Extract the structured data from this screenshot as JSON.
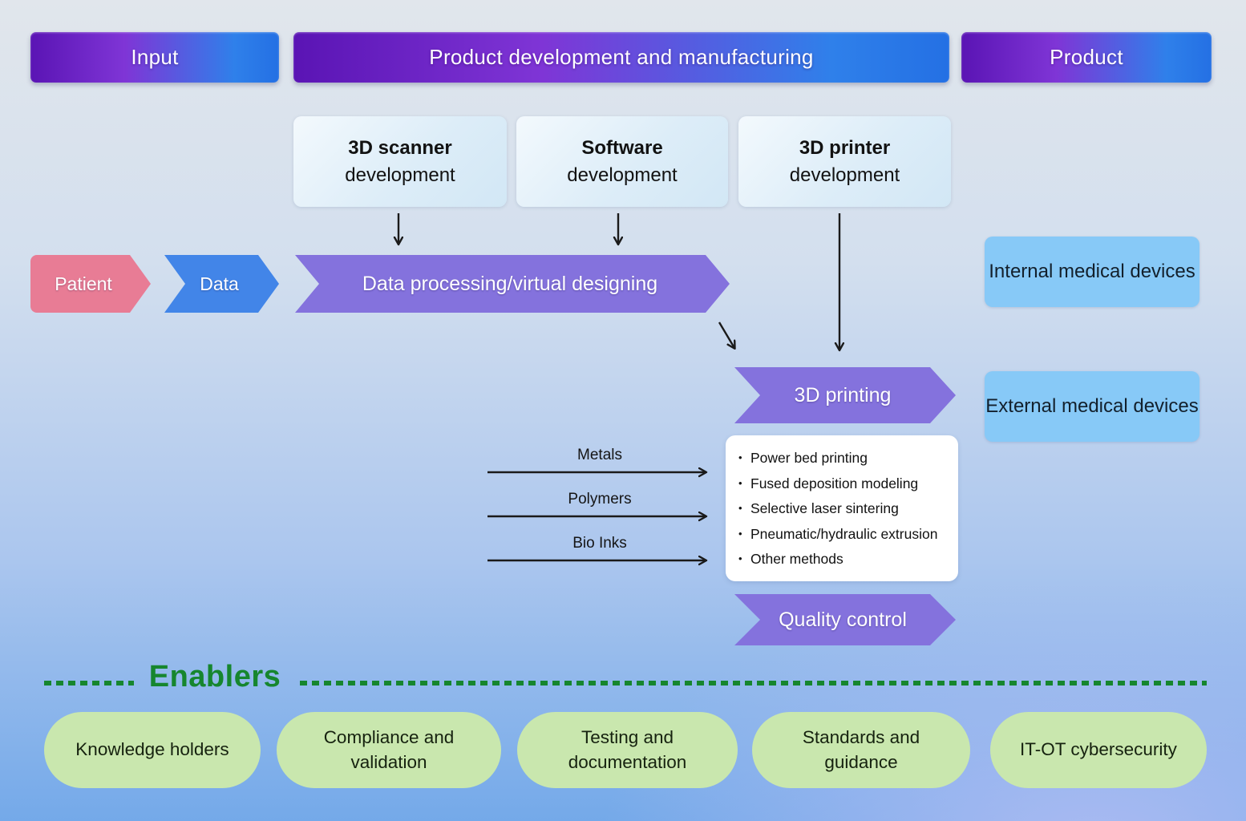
{
  "headers": [
    {
      "label": "Input"
    },
    {
      "label": "Product development and manufacturing"
    },
    {
      "label": "Product"
    }
  ],
  "dev_boxes": [
    {
      "title": "3D scanner",
      "subtitle": "development"
    },
    {
      "title": "Software",
      "subtitle": "development"
    },
    {
      "title": "3D printer",
      "subtitle": "development"
    }
  ],
  "flow": {
    "patient_label": "Patient",
    "data_label": "Data",
    "processing_label": "Data processing/virtual designing",
    "printing_label": "3D printing",
    "quality_label": "Quality control"
  },
  "product_boxes": [
    {
      "label": "Internal medical devices"
    },
    {
      "label": "External medical devices"
    }
  ],
  "materials": [
    "Metals",
    "Polymers",
    "Bio Inks"
  ],
  "printing_methods": [
    "Power bed printing",
    "Fused deposition modeling",
    "Selective laser sintering",
    "Pneumatic/hydraulic extrusion",
    "Other methods"
  ],
  "enablers": {
    "title": "Enablers",
    "items": [
      "Knowledge holders",
      "Compliance and validation",
      "Testing and documentation",
      "Standards and guidance",
      "IT-OT cybersecurity"
    ]
  },
  "colors": {
    "header_gradient_start": "#5a14b4",
    "header_gradient_end": "#2470e4",
    "patient_pink": "#e87c95",
    "data_blue": "#4285e8",
    "process_purple": "#8472dd",
    "device_blue": "#87c9f7",
    "methods_box_white": "#ffffff",
    "enabler_green_text": "#16862e",
    "pill_green": "#c9e7ae",
    "arrow_dark": "#1a1a1a"
  }
}
